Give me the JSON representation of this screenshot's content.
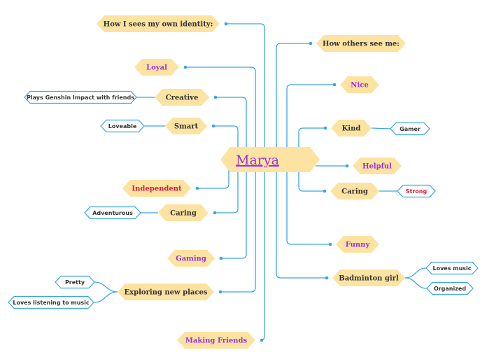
{
  "colors": {
    "line": "#3aa5e6",
    "node_fill": "#fde3a1",
    "leaf_fill": "#ffffff",
    "leaf_stroke": "#3aa5e6",
    "text_dark": "#333333",
    "text_purple": "#9b30d9",
    "text_red": "#d81b3c"
  },
  "root": {
    "label": "Marya"
  },
  "left": [
    {
      "label": "How I sees my own identity:",
      "color": "dark",
      "children": []
    },
    {
      "label": "Loyal",
      "color": "purple",
      "children": []
    },
    {
      "label": "Creative",
      "color": "dark",
      "children": [
        {
          "label": "Plays Genshin Impact with friends",
          "color": "dark"
        }
      ]
    },
    {
      "label": "Smart",
      "color": "dark",
      "children": [
        {
          "label": "Loveable",
          "color": "dark"
        }
      ]
    },
    {
      "label": "Independent",
      "color": "red",
      "children": []
    },
    {
      "label": "Caring",
      "color": "dark",
      "children": [
        {
          "label": "Adventurous",
          "color": "dark"
        }
      ]
    },
    {
      "label": "Gaming",
      "color": "purple",
      "children": []
    },
    {
      "label": "Exploring new places",
      "color": "dark",
      "children": [
        {
          "label": "Pretty",
          "color": "dark"
        },
        {
          "label": "Loves listening to music",
          "color": "dark"
        }
      ]
    },
    {
      "label": "Making Friends",
      "color": "purple",
      "children": []
    }
  ],
  "right": [
    {
      "label": "How others see me:",
      "color": "dark",
      "children": []
    },
    {
      "label": "Nice",
      "color": "purple",
      "children": []
    },
    {
      "label": "Kind",
      "color": "dark",
      "children": [
        {
          "label": "Gamer",
          "color": "dark"
        }
      ]
    },
    {
      "label": "Helpful",
      "color": "purple",
      "children": []
    },
    {
      "label": "Caring",
      "color": "dark",
      "children": [
        {
          "label": "Strong",
          "color": "red"
        }
      ]
    },
    {
      "label": "Funny",
      "color": "purple",
      "children": []
    },
    {
      "label": "Badminton girl",
      "color": "dark",
      "children": [
        {
          "label": "Loves music",
          "color": "dark"
        },
        {
          "label": "Organized",
          "color": "dark"
        }
      ]
    }
  ]
}
